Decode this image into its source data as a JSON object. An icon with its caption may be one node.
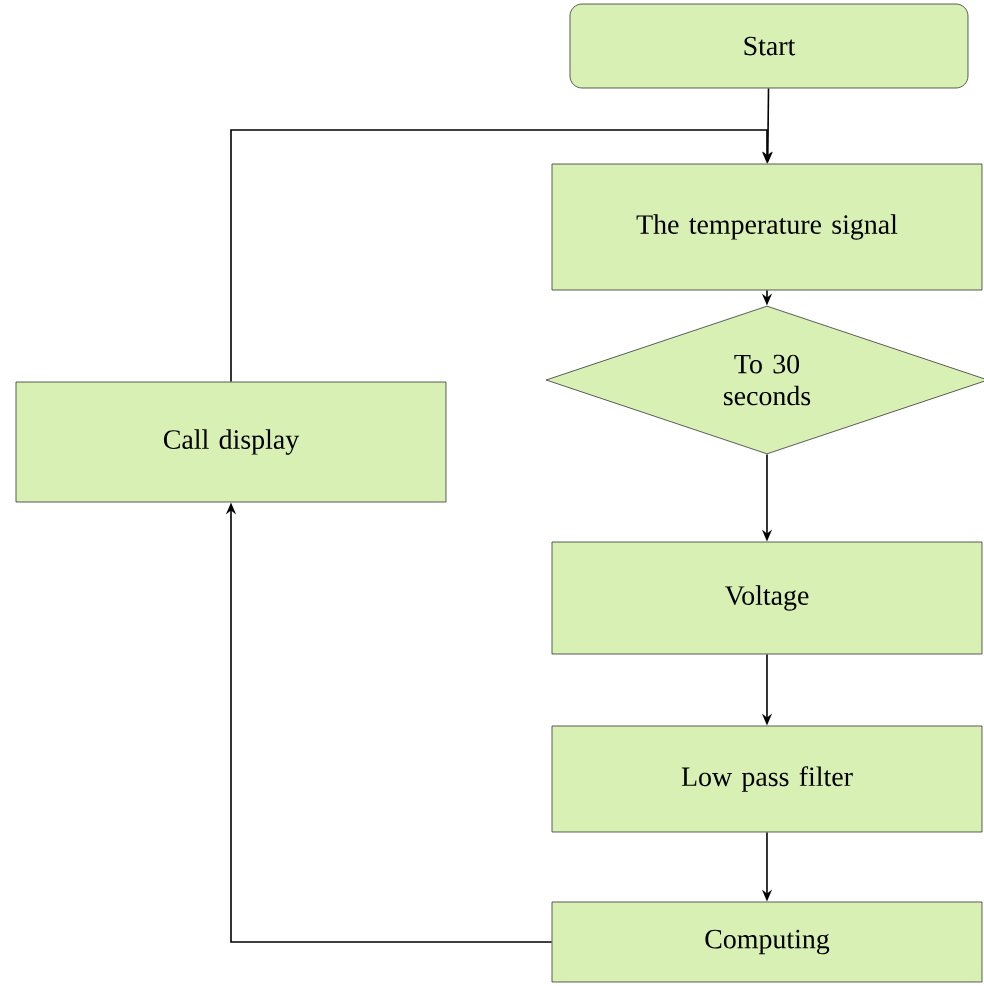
{
  "diagram": {
    "nodes": [
      {
        "text": [
          "Start"
        ]
      },
      {
        "text": [
          "The temperature signal"
        ]
      },
      {
        "text": [
          "To 30 seconds"
        ]
      },
      {
        "text": [
          "Voltage"
        ]
      },
      {
        "text": [
          "Low pass filter"
        ]
      },
      {
        "text": [
          "Computing"
        ]
      },
      {
        "text": [
          "Call display"
        ]
      }
    ],
    "edges": [
      {
        "from": 0,
        "to": 1,
        "arrow": "to"
      },
      {
        "from": 1,
        "to": 2,
        "arrow": "to"
      },
      {
        "from": 2,
        "to": 3,
        "arrow": "to"
      },
      {
        "from": 3,
        "to": 4,
        "arrow": "to"
      },
      {
        "from": 4,
        "to": 5,
        "arrow": "to"
      },
      {
        "from": 5,
        "to": 6,
        "arrow": "to"
      },
      {
        "from": 6,
        "to": 1,
        "arrow": "to"
      }
    ]
  }
}
